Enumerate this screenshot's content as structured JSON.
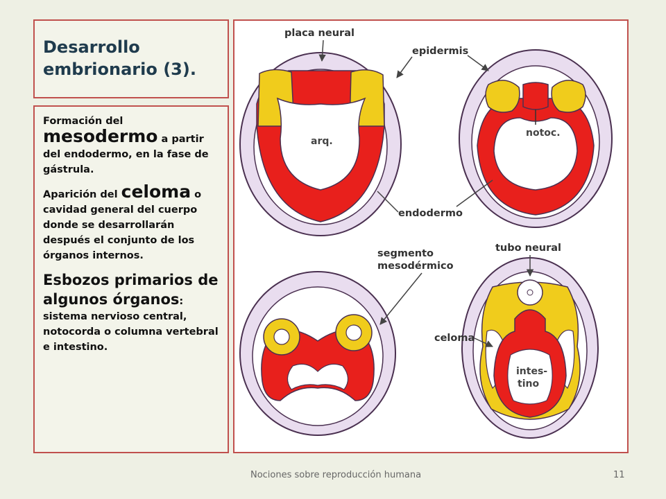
{
  "slide": {
    "title": "Desarrollo embrionario (3).",
    "p1": {
      "a": "Formación del ",
      "b": "mesodermo",
      "c": " a partir del endodermo, en la fase de gástrula."
    },
    "p2": {
      "a": "Aparición del ",
      "b": "celoma",
      "c": " o cavidad general del cuerpo donde se desarrollarán después el conjunto de los órganos internos."
    },
    "p3": {
      "a": "Esbozos primarios de algunos órganos",
      "b": ": sistema nervioso central, notocorda o columna vertebral e intestino."
    }
  },
  "figure": {
    "labels": {
      "placa_neural": "placa neural",
      "epidermis": "epidermis",
      "arq": "arq.",
      "notoc": "notoc.",
      "endodermo": "endodermo",
      "segmento_1": "segmento",
      "segmento_2": "mesodérmico",
      "tubo_neural": "tubo neural",
      "celoma": "celoma",
      "intestino_1": "intes-",
      "intestino_2": "tino"
    },
    "colors": {
      "epidermis": "#e9ddef",
      "mesodermo": "#f0cc1c",
      "endodermo": "#e8201c",
      "outline": "#4a3050"
    }
  },
  "footer": {
    "text": "Nociones sobre reproducción humana",
    "page": "11"
  }
}
